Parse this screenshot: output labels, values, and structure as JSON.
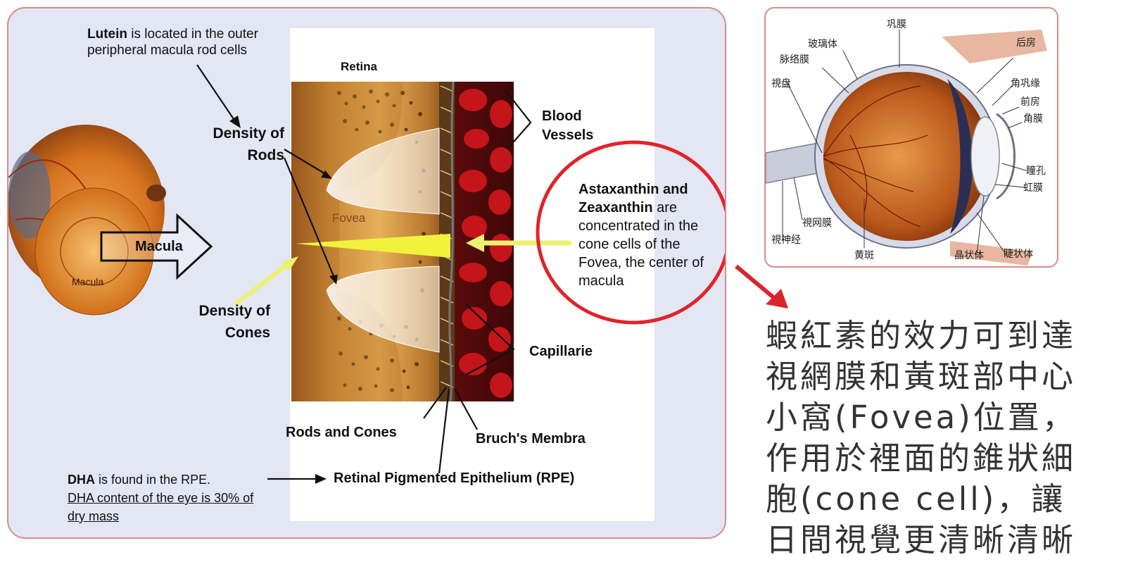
{
  "left_diagram": {
    "lutein_bold": "Lutein",
    "lutein_text": " is located in the outer peripheral macula rod cells",
    "retina_title": "Retina",
    "density_rods_line1": "Density of",
    "density_rods_line2": "Rods",
    "density_cones_line1": "Density of",
    "density_cones_line2": "Cones",
    "fovea_label": "Fovea",
    "macula_arrow_label": "Macula",
    "macula_eye_label": "Macula",
    "blood_vessels_line1": "Blood",
    "blood_vessels_line2": "Vessels",
    "astax_bold": "Astaxanthin and Zeaxanthin",
    "astax_text": " are concentrated in the cone cells of the Fovea, the center of macula",
    "capillarie_label": "Capillarie",
    "rods_cones_label": "Rods and Cones",
    "bruchs_label": "Bruch's Membra",
    "rpe_label": "Retinal Pigmented Epithelium (RPE)",
    "dha_bold": "DHA",
    "dha_text": " is found in the RPE.",
    "dha_underline": "DHA content of the eye is 30% of dry mass"
  },
  "eye_anatomy": {
    "labels": [
      "巩膜",
      "玻璃体",
      "脉络膜",
      "后房",
      "角巩缘",
      "視盘",
      "前房",
      "角膜",
      "瞳孔",
      "虹膜",
      "視网膜",
      "視神经",
      "黄斑",
      "晶状体",
      "睫状体"
    ]
  },
  "description": "蝦紅素的效力可到達視網膜和黃斑部中心小窩(Fovea)位置，作用於裡面的錐狀細胞(cone cell)，讓日間視覺更清晰清晰",
  "colors": {
    "panel_border": "#d98a8e",
    "panel_bg": "#e3e6f3",
    "highlight_circle": "#e0242a",
    "arrow_red": "#d8262c",
    "fovea_beam": "#f2f23c"
  }
}
